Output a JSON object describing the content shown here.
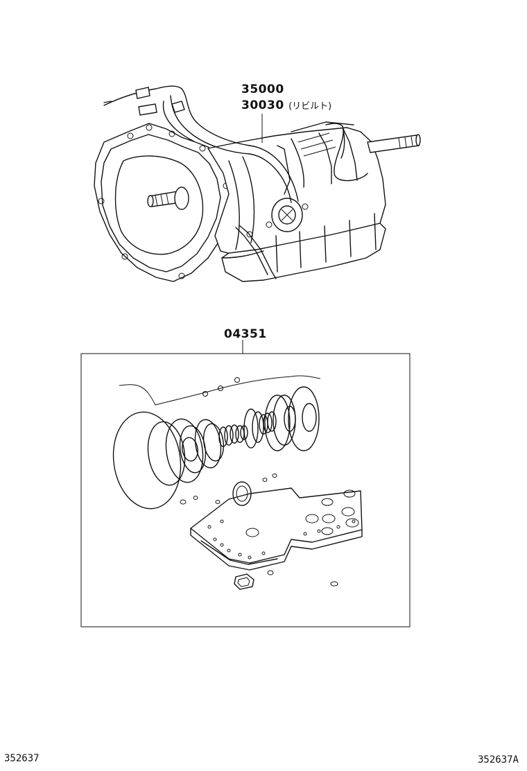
{
  "callouts": {
    "assy_part_no": "35000",
    "rebuilt_part_no": "30030",
    "rebuilt_note": "(リビルト)",
    "gasket_kit_part_no": "04351"
  },
  "footer": {
    "ref_left": "352637",
    "ref_right": "352637A"
  }
}
